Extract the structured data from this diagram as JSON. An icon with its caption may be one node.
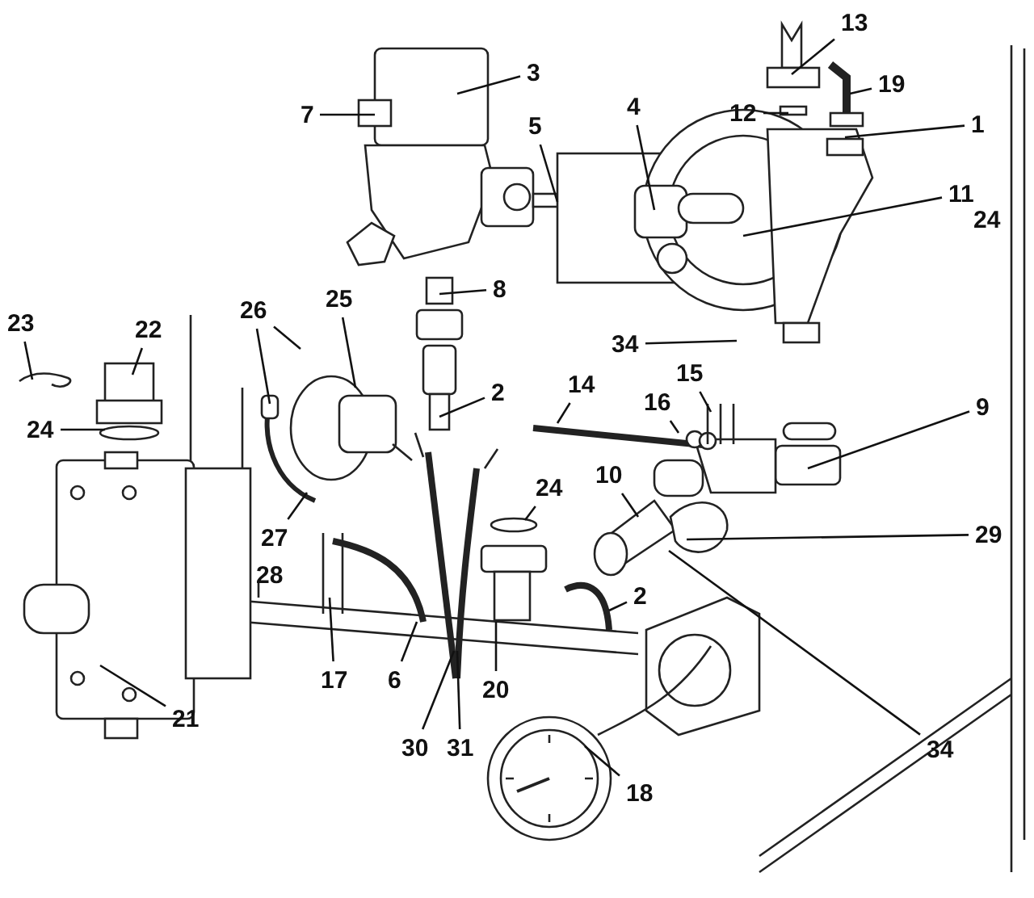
{
  "diagram": {
    "nodes": [
      {
        "text": [
          "13"
        ]
      },
      {
        "text": [
          "3"
        ]
      },
      {
        "text": [
          "19"
        ]
      },
      {
        "text": [
          "7"
        ]
      },
      {
        "text": [
          "12"
        ]
      },
      {
        "text": [
          "1"
        ]
      },
      {
        "text": [
          "5"
        ]
      },
      {
        "text": [
          "4"
        ]
      },
      {
        "text": [
          "11"
        ]
      },
      {
        "text": [
          "8"
        ]
      },
      {
        "text": [
          "25"
        ]
      },
      {
        "text": [
          "26"
        ]
      },
      {
        "text": [
          "23"
        ]
      },
      {
        "text": [
          "22"
        ]
      },
      {
        "text": [
          "34"
        ]
      },
      {
        "text": [
          "15"
        ]
      },
      {
        "text": [
          "14"
        ]
      },
      {
        "text": [
          "2"
        ]
      },
      {
        "text": [
          "16"
        ]
      },
      {
        "text": [
          "9"
        ]
      },
      {
        "text": [
          "24"
        ]
      },
      {
        "text": [
          "10"
        ]
      },
      {
        "text": [
          "24"
        ]
      },
      {
        "text": [
          "29"
        ]
      },
      {
        "text": [
          "27"
        ]
      },
      {
        "text": [
          "2"
        ]
      },
      {
        "text": [
          "17"
        ]
      },
      {
        "text": [
          "6"
        ]
      },
      {
        "text": [
          "20"
        ]
      },
      {
        "text": [
          "21"
        ]
      },
      {
        "text": [
          "30"
        ]
      },
      {
        "text": [
          "31"
        ]
      },
      {
        "text": [
          "34"
        ]
      },
      {
        "text": [
          "18"
        ]
      }
    ],
    "edges": [
      {
        "from": 0,
        "to": null,
        "arrow": "none"
      },
      {
        "from": 1,
        "to": null,
        "arrow": "none"
      },
      {
        "from": 2,
        "to": null,
        "arrow": "none"
      },
      {
        "from": 3,
        "to": null,
        "arrow": "none"
      },
      {
        "from": 4,
        "to": null,
        "arrow": "none"
      },
      {
        "from": 5,
        "to": null,
        "arrow": "none"
      },
      {
        "from": 6,
        "to": null,
        "arrow": "none"
      },
      {
        "from": 7,
        "to": null,
        "arrow": "none"
      },
      {
        "from": 8,
        "to": null,
        "arrow": "none"
      },
      {
        "from": 9,
        "to": null,
        "arrow": "none"
      },
      {
        "from": 10,
        "to": null,
        "arrow": "none"
      },
      {
        "from": 11,
        "to": null,
        "arrow": "none"
      },
      {
        "from": 11,
        "to": null,
        "arrow": "none"
      },
      {
        "from": 12,
        "to": null,
        "arrow": "none"
      },
      {
        "from": 13,
        "to": null,
        "arrow": "none"
      },
      {
        "from": 14,
        "to": null,
        "arrow": "none"
      },
      {
        "from": 15,
        "to": null,
        "arrow": "none"
      },
      {
        "from": 16,
        "to": null,
        "arrow": "none"
      },
      {
        "from": 17,
        "to": null,
        "arrow": "none"
      },
      {
        "from": 18,
        "to": null,
        "arrow": "none"
      },
      {
        "from": 19,
        "to": null,
        "arrow": "none"
      },
      {
        "from": 20,
        "to": null,
        "arrow": "none"
      },
      {
        "from": 21,
        "to": null,
        "arrow": "none"
      },
      {
        "from": 22,
        "to": null,
        "arrow": "none"
      },
      {
        "from": 23,
        "to": null,
        "arrow": "none"
      },
      {
        "from": 24,
        "to": null,
        "arrow": "none"
      },
      {
        "from": 25,
        "to": null,
        "arrow": "none"
      },
      {
        "from": 26,
        "to": null,
        "arrow": "none"
      },
      {
        "from": 27,
        "to": null,
        "arrow": "none"
      },
      {
        "from": 28,
        "to": null,
        "arrow": "none"
      },
      {
        "from": 29,
        "to": null,
        "arrow": "none"
      },
      {
        "from": 30,
        "to": null,
        "arrow": "none"
      },
      {
        "from": 31,
        "to": null,
        "arrow": "none"
      },
      {
        "from": 32,
        "to": null,
        "arrow": "none"
      },
      {
        "from": 33,
        "to": null,
        "arrow": "none"
      }
    ],
    "labels": [
      "24",
      "28"
    ]
  }
}
